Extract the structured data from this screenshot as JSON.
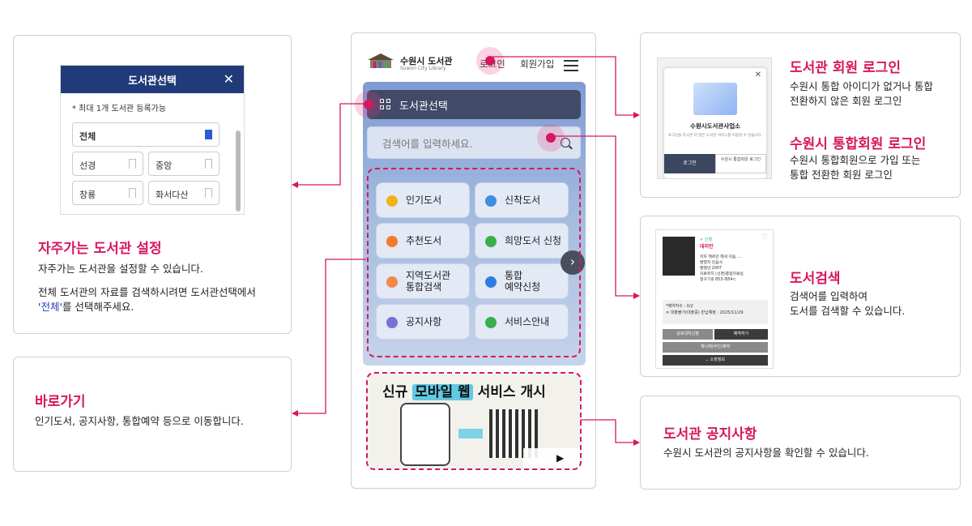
{
  "settings_panel": {
    "modal_title": "도서관선택",
    "modal_close": "✕",
    "note": "* 최대 1개 도서관 등록가능",
    "chips": [
      "전체",
      "선경",
      "중앙",
      "창룡",
      "화서다산"
    ],
    "heading": "자주가는 도서관 설정",
    "desc1": "자주가는 도서관을 설정할 수 있습니다.",
    "desc2a": "전체 도서관의 자료를 검색하시려면 도서관선택에서",
    "desc2_quote_open": "'",
    "desc2_hl": "전체",
    "desc2b": "'를 선택해주세요."
  },
  "shortcut_panel": {
    "heading": "바로가기",
    "desc": "인기도서, 공지사항, 통합예약 등으로 이동합니다."
  },
  "phone": {
    "logo_title": "수원시 도서관",
    "logo_sub": "Suwon City Library",
    "login": "로그인",
    "join": "회원가입",
    "library_select": "도서관선택",
    "search_placeholder": "검색어를 입력하세요.",
    "quick": [
      {
        "label": "인기도서",
        "color": "#f2b318"
      },
      {
        "label": "신착도서",
        "color": "#3d8fe0"
      },
      {
        "label": "추천도서",
        "color": "#f07b2a"
      },
      {
        "label": "희망도서 신청",
        "color": "#3ab04a"
      },
      {
        "label": "지역도서관\n통합검색",
        "color": "#f08a4b"
      },
      {
        "label": "통합\n예약신청",
        "color": "#2d7de0"
      },
      {
        "label": "공지사항",
        "color": "#7b6fd6"
      },
      {
        "label": "서비스안내",
        "color": "#3ab04a"
      }
    ],
    "next_arrow": "›",
    "banner_title_a": "신규",
    "banner_title_hl": "모바일 웹",
    "banner_title_b": "서비스 개시",
    "banner_play": "▶",
    "banner_next": "›"
  },
  "login_panel": {
    "modal_title": "수원시도서관사업소",
    "modal_sub": "로그인을 하시면 더 많은 도서관 서비스를 이용할 수 있습니다.",
    "btn_login": "로그인",
    "btn_unified": "수원시 통합회원 로그인",
    "heading1": "도서관 회원 로그인",
    "desc1a": "수원시 통합 아이디가 없거나 통합",
    "desc1b": "전환하지 않은 회원 로그인",
    "heading2": "수원시 통합회원 로그인",
    "desc2a": "수원시 통합회원으로 가입 또는",
    "desc2b": "통합 전환한 회원 로그인"
  },
  "search_panel": {
    "book_tag": "✔ 신경",
    "book_title": "데미안",
    "meta": [
      "저자    헤르만 헤세 지음, ...",
      "발행처   민음사",
      "발행년   2007",
      "자료위치  (선경)종합자료실",
      "청구기호  853-헤54ㄷ"
    ],
    "info1": "*예약자수 : 0/2",
    "info2": "✕ 대출불가(대출중) 반납예정 : 2025/11/29",
    "btn1": "상호대차신청",
    "btn2": "예약하기",
    "btn3": "책나래(무인)예약",
    "btn4": "⌄ 소장정보",
    "heading": "도서검색",
    "desc1": "검색어를 입력하여",
    "desc2": "도서를 검색할 수 있습니다."
  },
  "notice_panel": {
    "heading": "도서관 공지사항",
    "desc": "수원시 도서관의 공지사항을 확인할 수 있습니다."
  },
  "colors": {
    "accent": "#d6175f",
    "navy": "#213a7a"
  }
}
